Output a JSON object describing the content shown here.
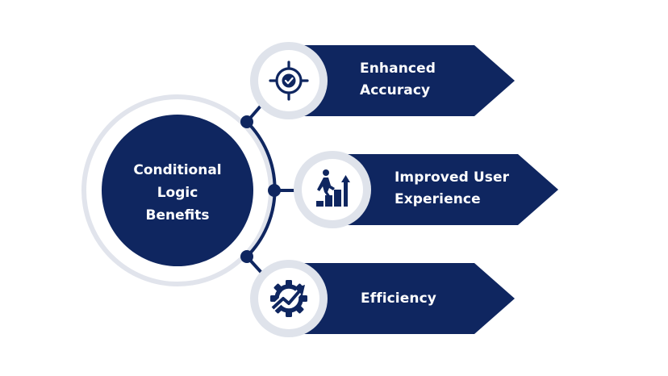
{
  "center": {
    "title_lines": [
      "Conditional",
      "Logic",
      "Benefits"
    ]
  },
  "benefits": [
    {
      "lines": [
        "Enhanced",
        "Accuracy"
      ],
      "icon": "target-check-icon"
    },
    {
      "lines": [
        "Improved User",
        "Experience"
      ],
      "icon": "person-climbing-steps-icon"
    },
    {
      "lines": [
        "Efficiency"
      ],
      "icon": "gear-arrow-icon"
    }
  ],
  "colors": {
    "navy": "#0f2660",
    "ring": "#e1e4ec",
    "badge": "#eef0f4",
    "background": "#ffffff"
  }
}
